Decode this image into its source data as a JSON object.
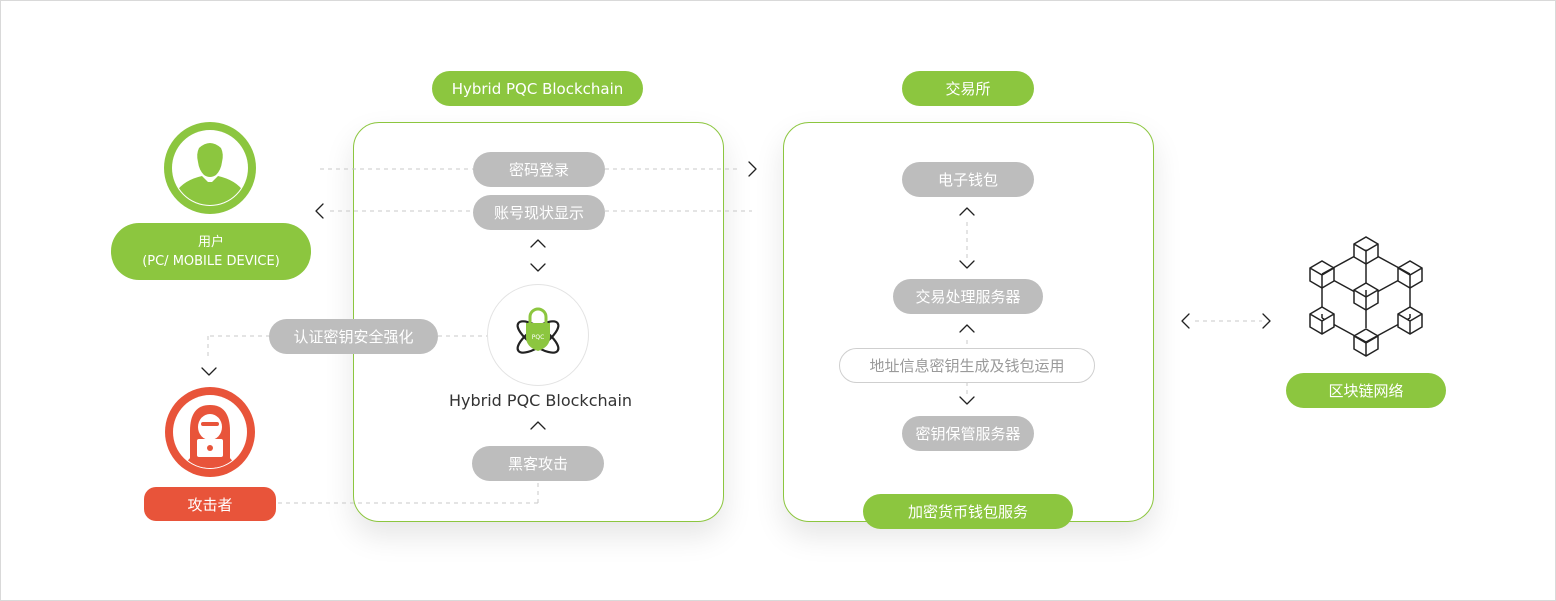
{
  "colors": {
    "green": "#8cc63f",
    "gray": "#bdbdbd",
    "red": "#e8543a",
    "outline": "#cfcfcf"
  },
  "pqc_panel": {
    "header": "Hybrid PQC Blockchain",
    "login_pill": "密码登录",
    "account_pill": "账号现状显示",
    "auth_pill": "认证密钥安全强化",
    "logo_caption": "Hybrid PQC Blockchain",
    "logo_badge_text": "PQC",
    "hacker_pill": "黑客攻击"
  },
  "exchange_panel": {
    "header": "交易所",
    "wallet_pill": "电子钱包",
    "server_pill": "交易处理服务器",
    "address_pill": "地址信息密钥生成及钱包运用",
    "key_server_pill": "密钥保管服务器",
    "footer_pill": "加密货币钱包服务"
  },
  "user": {
    "title": "用户",
    "subtitle": "(PC/ MOBILE DEVICE)",
    "icon": "user-silhouette-icon"
  },
  "attacker": {
    "label": "攻击者",
    "icon": "hooded-hacker-icon"
  },
  "network": {
    "label": "区块链网络",
    "icon": "blockchain-cubes-icon"
  }
}
